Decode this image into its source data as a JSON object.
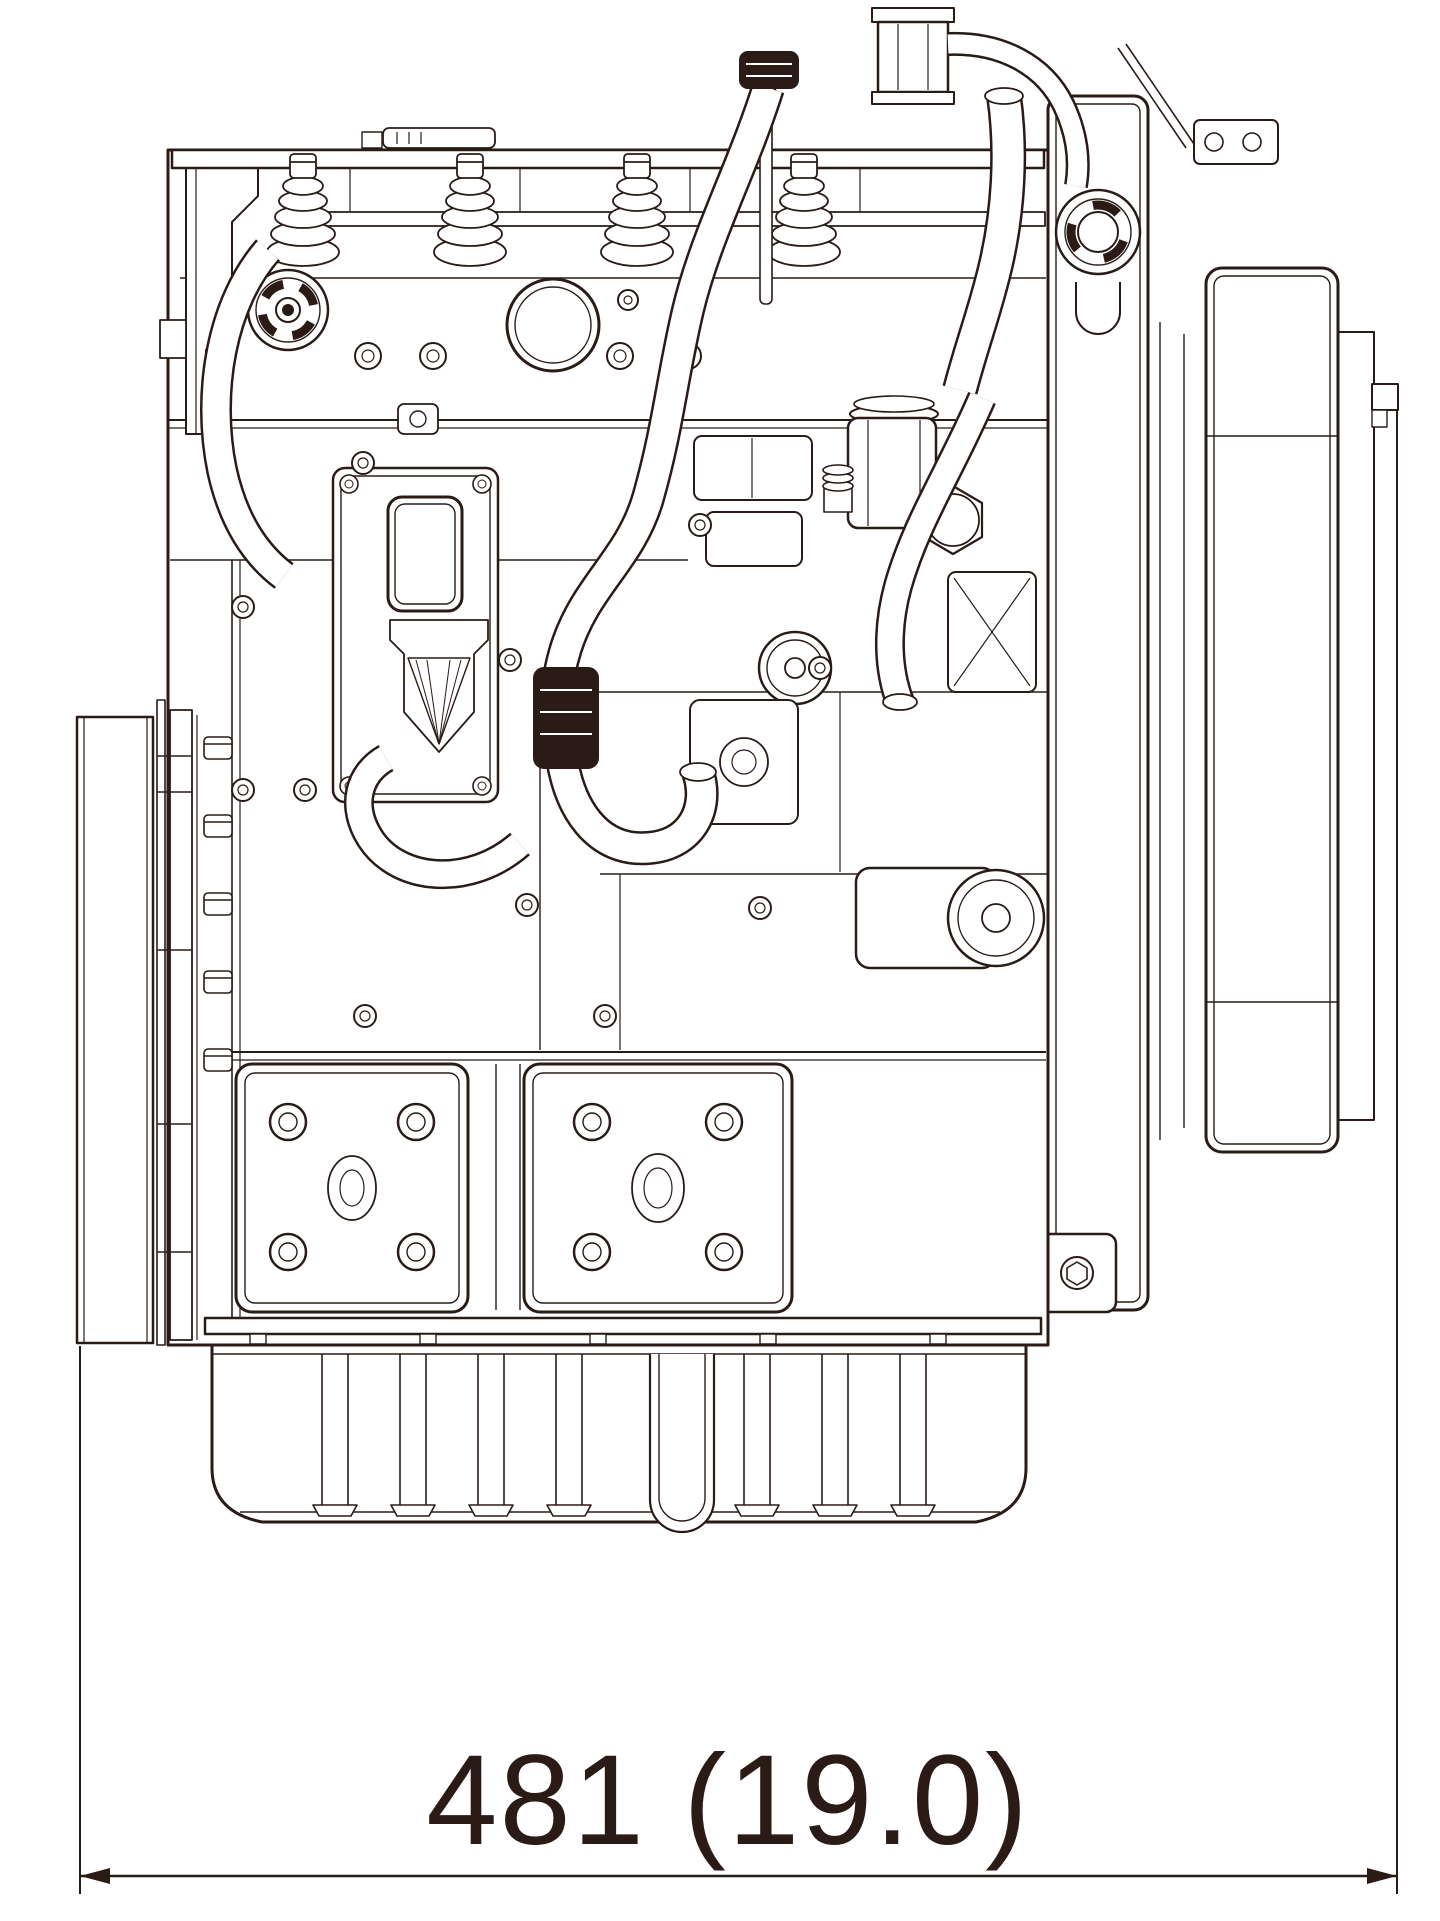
{
  "figure": {
    "description": "Technical line drawing of a diesel engine, side elevation",
    "background_color": "#ffffff",
    "line_color": "#2a1b16"
  },
  "dimension": {
    "label": "481 (19.0)",
    "value_mm": "481",
    "value_in": "19.0"
  }
}
